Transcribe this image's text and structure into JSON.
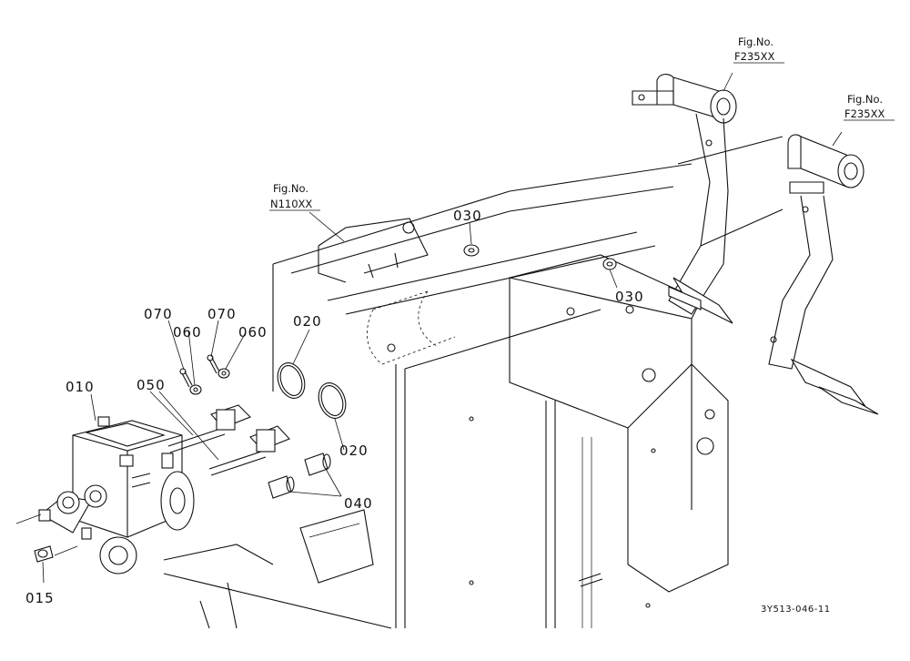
{
  "callouts": {
    "p010": "010",
    "p015": "015",
    "p020a": "020",
    "p020b": "020",
    "p030a": "030",
    "p030b": "030",
    "p040": "040",
    "p050": "050",
    "p060a": "060",
    "p060b": "060",
    "p070a": "070",
    "p070b": "070"
  },
  "figure_refs": [
    {
      "label": "Fig.No.",
      "code": "F235XX"
    },
    {
      "label": "Fig.No.",
      "code": "F235XX"
    },
    {
      "label": "Fig.No.",
      "code": "N110XX"
    }
  ],
  "drawing_code": "3Y513-046-11"
}
